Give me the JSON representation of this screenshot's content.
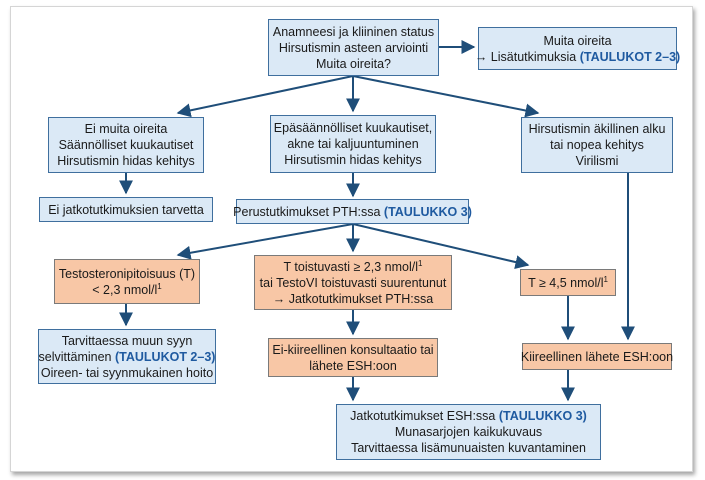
{
  "colors": {
    "blue_fill": "#dbe9f6",
    "orange_fill": "#f8c7a6",
    "border": "#3f6f9e",
    "arrow": "#1f4e79",
    "reference": "#1f5aa0"
  },
  "nodes": {
    "start": {
      "l1": "Anamneesi ja kliininen status",
      "l2": "Hirsutismin asteen arviointi",
      "l3": "Muita oireita?"
    },
    "other": {
      "l1": "Muita oireita",
      "l2_arrow": "→",
      "l2": "Lisätutkimuksia",
      "l2_ref": "(TAULUKOT 2–3)"
    },
    "mild": {
      "l1": "Ei muita oireita",
      "l2": "Säännölliset kuukautiset",
      "l3": "Hirsutismin hidas kehitys"
    },
    "irregular": {
      "l1": "Epäsäännölliset kuukautiset,",
      "l2": "akne tai kaljuuntuminen",
      "l3": "Hirsutismin hidas kehitys"
    },
    "sudden": {
      "l1": "Hirsutismin äkillinen alku",
      "l2": "tai nopea kehitys",
      "l3": "Virilismi"
    },
    "no_further": {
      "l1": "Ei jatkotutkimuksien tarvetta"
    },
    "basic": {
      "l1": "Perustutkimukset PTH:ssa",
      "l1_ref": "(TAULUKKO 3)"
    },
    "low_t": {
      "l1": "Testosteronipitoisuus (T)",
      "l2": "< 2,3 nmol/l",
      "l2_sup": "1"
    },
    "repeat_t": {
      "l1": "T toistuvasti ≥ 2,3 nmol/l",
      "l1_sup": "1",
      "l2": "tai TestoVI toistuvasti suurentunut",
      "l3": "→ Jatkotutkimukset PTH:ssa"
    },
    "high_t": {
      "l1": "T ≥ 4,5 nmol/l",
      "l1_sup": "1"
    },
    "other_cause": {
      "l1": "Tarvittaessa muun syyn",
      "l2": "selvittäminen",
      "l2_ref": "(TAULUKOT 2–3)",
      "l3": "Oireen- tai syynmukainen hoito"
    },
    "consult": {
      "l1": "Ei-kiireellinen konsultaatio tai",
      "l2": "lähete ESH:oon"
    },
    "urgent": {
      "l1": "Kiireellinen lähete ESH:oon"
    },
    "esh": {
      "l1": "Jatkotutkimukset ESH:ssa",
      "l1_ref": "(TAULUKKO 3)",
      "l2": "Munasarjojen kaikukuvaus",
      "l3": "Tarvittaessa lisämunuaisten kuvantaminen"
    }
  }
}
